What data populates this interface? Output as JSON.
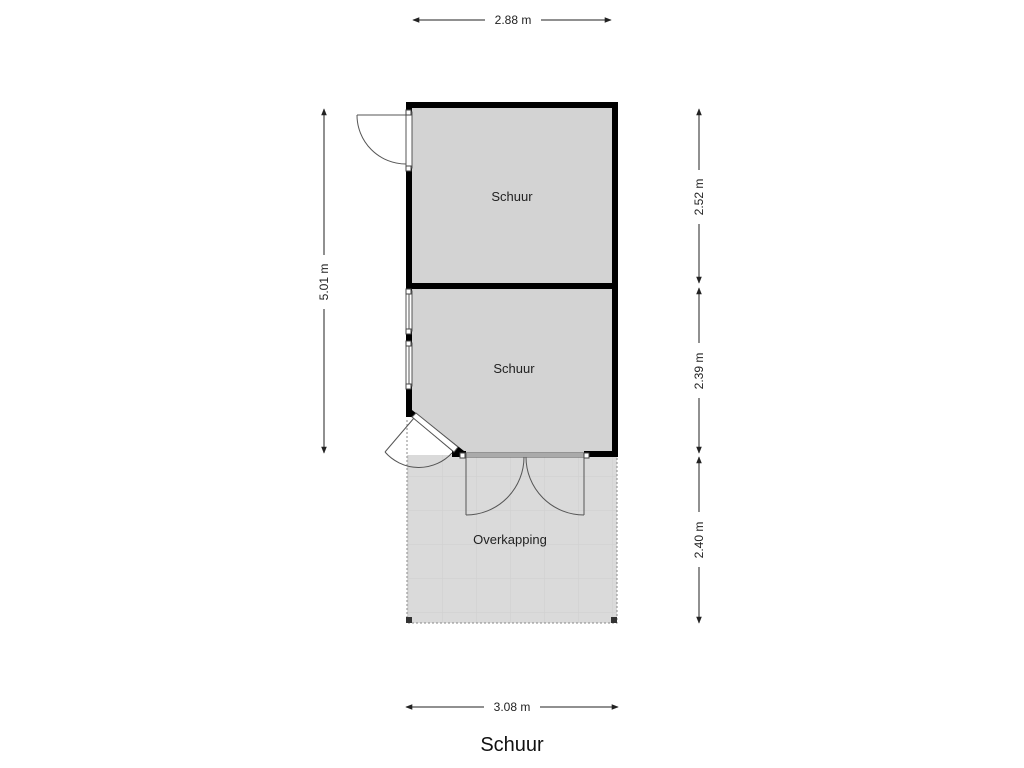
{
  "title": "Schuur",
  "rooms": [
    {
      "name": "Schuur"
    },
    {
      "name": "Schuur"
    },
    {
      "name": "Overkapping"
    }
  ],
  "dimensions": {
    "top_width": "2.88 m",
    "bottom_width": "3.08 m",
    "left_height": "5.01 m",
    "right_upper": "2.52 m",
    "right_middle": "2.39 m",
    "right_lower": "2.40 m"
  },
  "colors": {
    "wall": "#000000",
    "room_fill": "#d3d3d3",
    "terrace_fill": "#dcdcdc",
    "dimension_line": "#222222"
  }
}
